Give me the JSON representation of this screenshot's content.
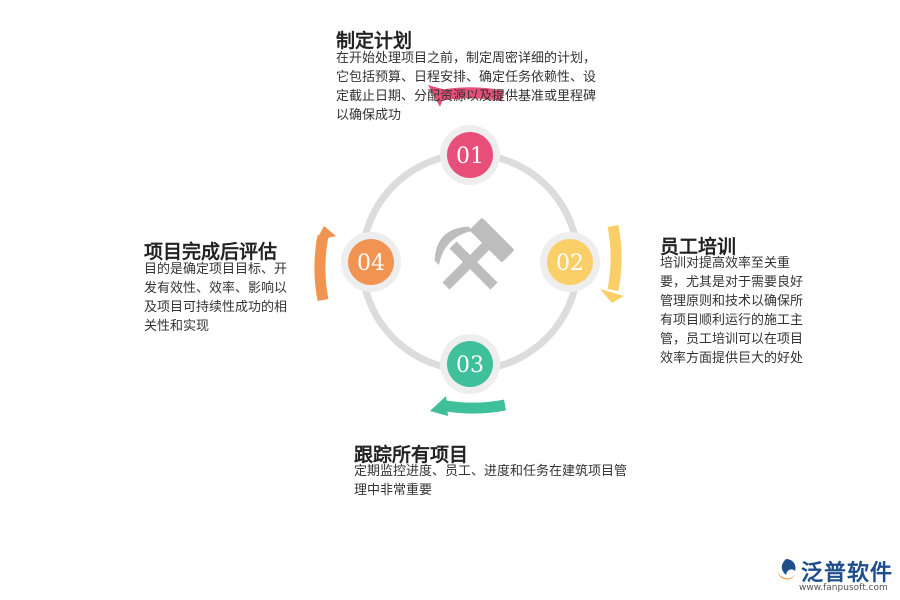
{
  "steps": [
    {
      "number": "01",
      "title": "制定计划",
      "description": "在开始处理项目之前，制定周密详细的计划，它包括预算、日程安排、确定任务依赖性、设定截止日期、分配资源以及提供基准或里程碑以确保成功",
      "color": "#e84f78"
    },
    {
      "number": "02",
      "title": "员工培训",
      "description": "培训对提高效率至关重要，尤其是对于需要良好管理原则和技术以确保所有项目顺利运行的施工主管，员工培训可以在项目效率方面提供巨大的好处",
      "color": "#fbcf68"
    },
    {
      "number": "03",
      "title": "跟踪所有项目",
      "description": "定期监控进度、员工、进度和任务在建筑项目管理中非常重要",
      "color": "#3fbf9a"
    },
    {
      "number": "04",
      "title": "项目完成后评估",
      "description": "目的是确定项目目标、开发有效性、效率、影响以及项目可持续性成功的相关性和实现",
      "color": "#f19451"
    }
  ],
  "center_icon": "hammer-pick-icon",
  "ring_color": "#dcdcdc",
  "logo": {
    "name": "泛普软件",
    "url": "www.fanpusoft.com",
    "color": "#1f4e8c"
  }
}
